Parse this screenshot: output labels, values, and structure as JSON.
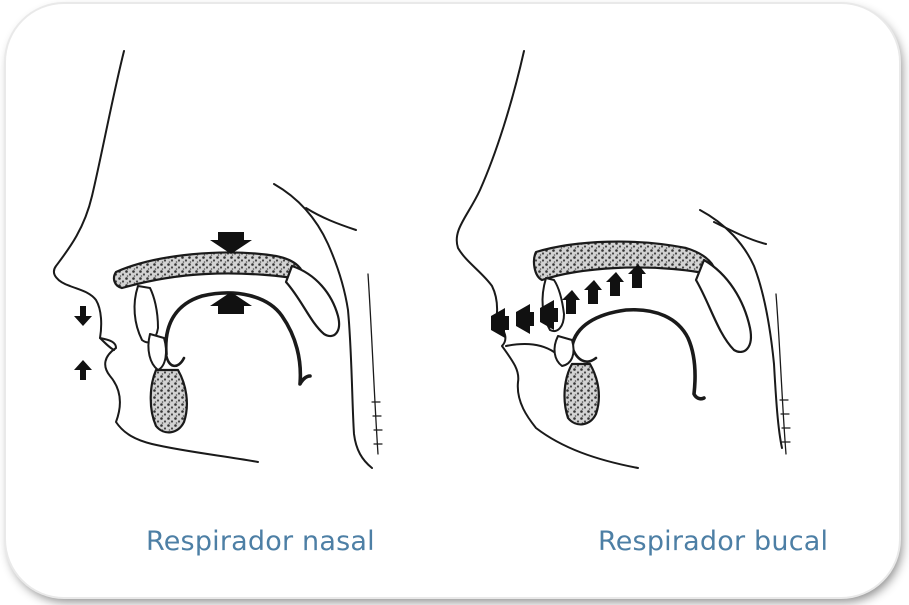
{
  "diagram": {
    "left_panel": {
      "caption": "Respirador nasal"
    },
    "right_panel": {
      "caption": "Respirador bucal"
    },
    "colors": {
      "caption": "#4d7fa5",
      "line": "#1a1a1a",
      "bone_fill": "#d9d9d9"
    },
    "icons": [
      "arrow-icon",
      "stipple-pattern"
    ]
  }
}
